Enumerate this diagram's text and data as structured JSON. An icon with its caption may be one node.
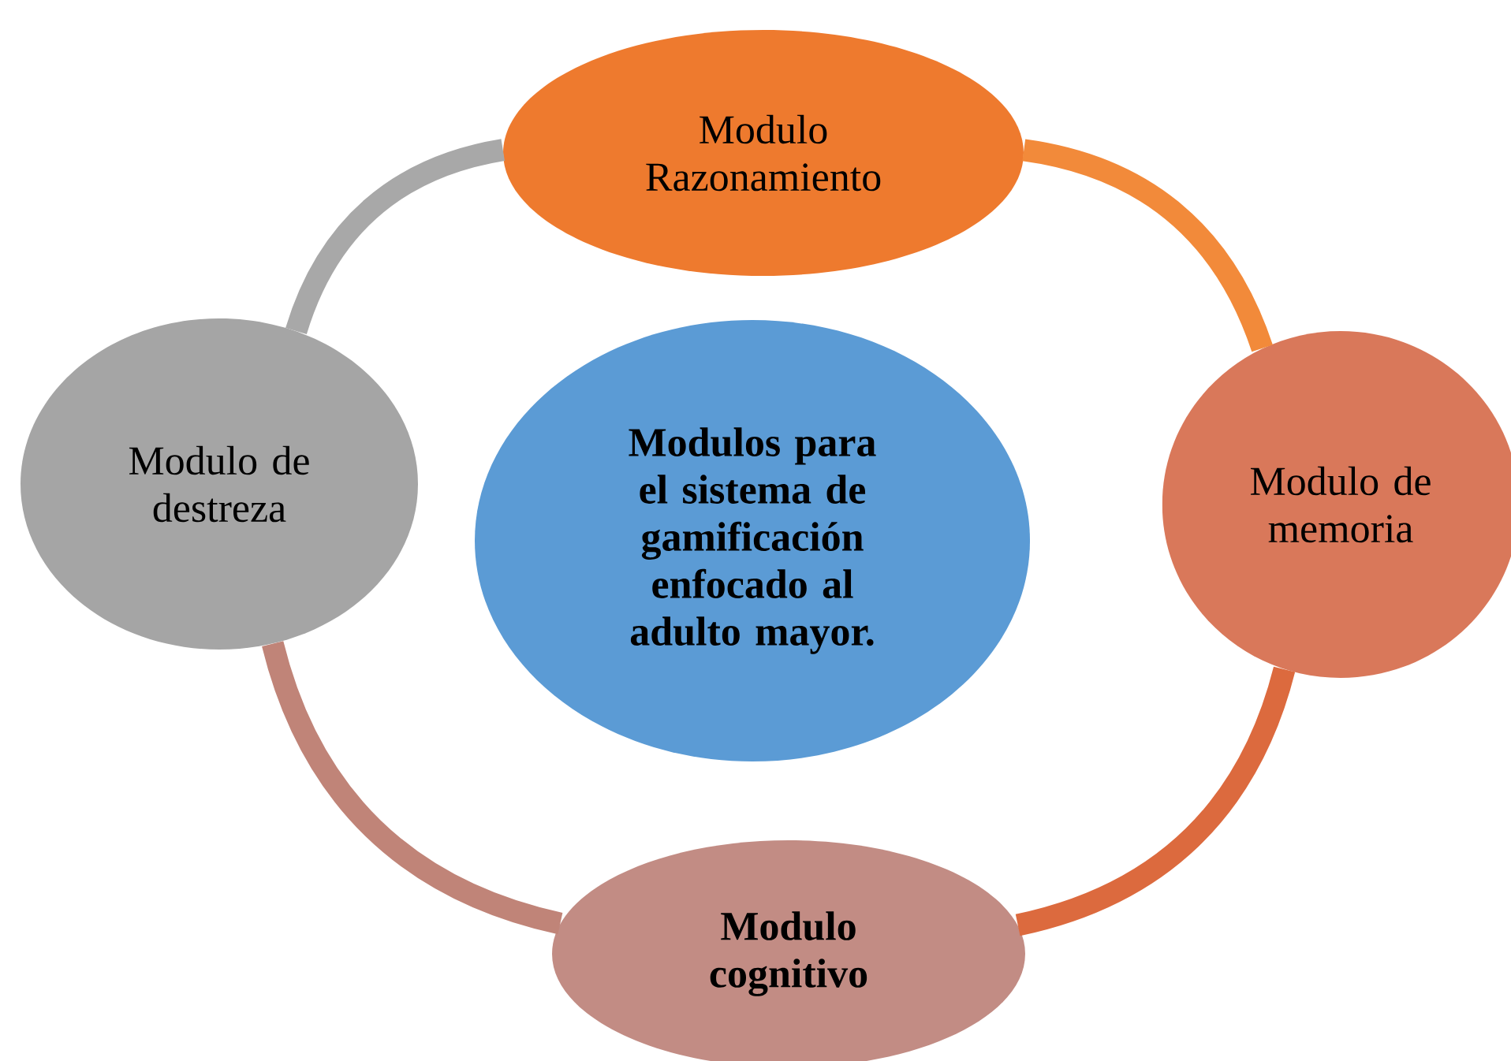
{
  "diagram": {
    "nodes": [
      {
        "text": [
          "Modulos para el sistema de gamificación enfocado al adulto mayor."
        ]
      },
      {
        "text": [
          "Modulo Razonamiento"
        ]
      },
      {
        "text": [
          "Modulo de memoria"
        ]
      },
      {
        "text": [
          "Modulo cognitivo"
        ]
      },
      {
        "text": [
          "Modulo de destreza"
        ]
      }
    ],
    "edges": [
      {
        "from": 1,
        "to": 2,
        "arrow": "none",
        "color": "#f28a3a"
      },
      {
        "from": 2,
        "to": 3,
        "arrow": "none",
        "color": "#dc6a3e"
      },
      {
        "from": 3,
        "to": 4,
        "arrow": "none",
        "color": "#c08478"
      },
      {
        "from": 4,
        "to": 1,
        "arrow": "none",
        "color": "#a8a8a8"
      }
    ]
  }
}
